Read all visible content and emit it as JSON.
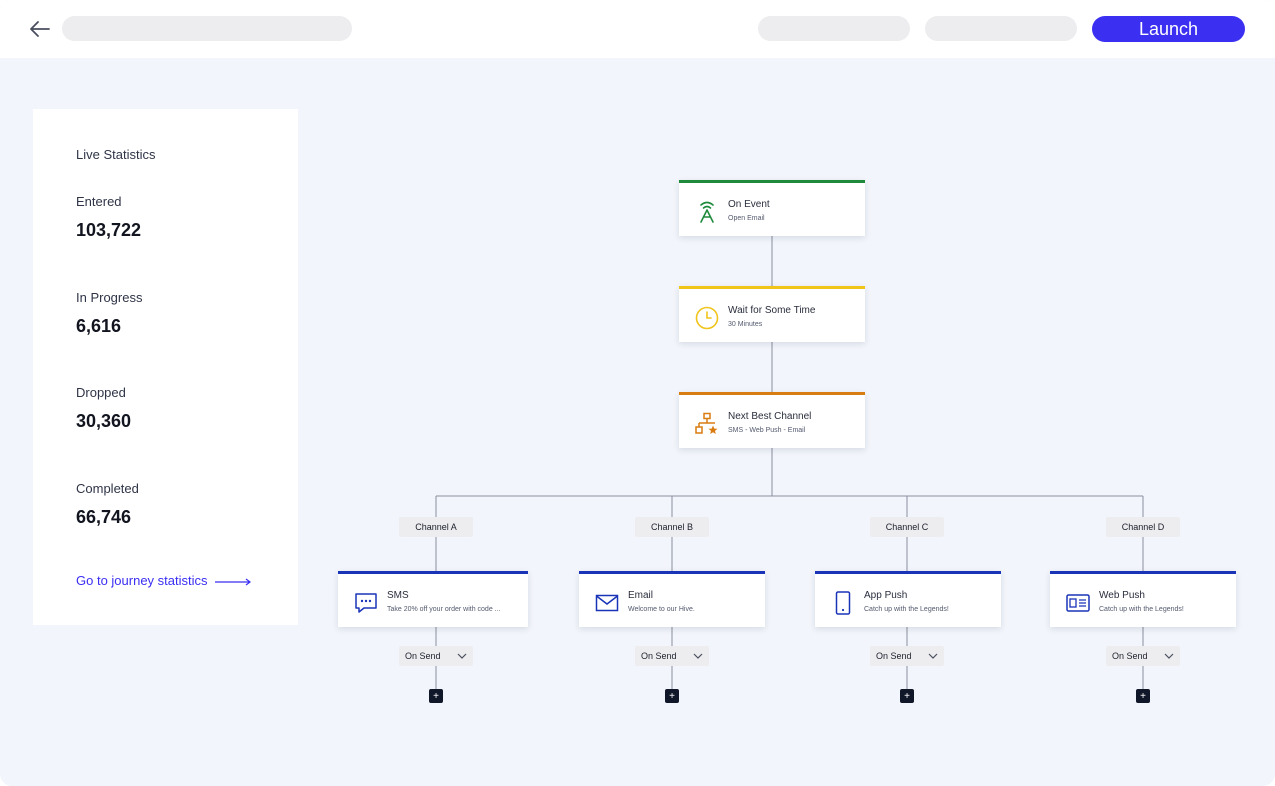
{
  "header": {
    "launch_label": "Launch"
  },
  "stats": {
    "title": "Live Statistics",
    "items": [
      {
        "label": "Entered",
        "value": "103,722"
      },
      {
        "label": "In Progress",
        "value": "6,616"
      },
      {
        "label": "Dropped",
        "value": "30,360"
      },
      {
        "label": "Completed",
        "value": "66,746"
      }
    ],
    "link_label": "Go to journey statistics"
  },
  "flow": {
    "trigger": {
      "title": "On Event",
      "subtitle": "Open Email",
      "icon": "antenna-icon",
      "color": "#1f8a3c"
    },
    "wait": {
      "title": "Wait for Some Time",
      "subtitle": "30 Minutes",
      "icon": "clock-icon",
      "color": "#f0c419"
    },
    "channel": {
      "title": "Next Best Channel",
      "subtitle": "SMS - Web Push - Email",
      "icon": "channel-tree-icon",
      "color": "#d87b10"
    },
    "branches": [
      {
        "label": "Channel A",
        "title": "SMS",
        "subtitle": "Take 20% off your order with code ...",
        "icon": "sms-icon",
        "on_send": "On Send"
      },
      {
        "label": "Channel B",
        "title": "Email",
        "subtitle": "Welcome to our Hive.",
        "icon": "email-icon",
        "on_send": "On Send"
      },
      {
        "label": "Channel C",
        "title": "App Push",
        "subtitle": "Catch up with the Legends!",
        "icon": "phone-icon",
        "on_send": "On Send"
      },
      {
        "label": "Channel D",
        "title": "Web Push",
        "subtitle": "Catch up with the Legends!",
        "icon": "web-push-icon",
        "on_send": "On Send"
      }
    ],
    "branch_color": "#1a34b8",
    "add_label": "+"
  }
}
